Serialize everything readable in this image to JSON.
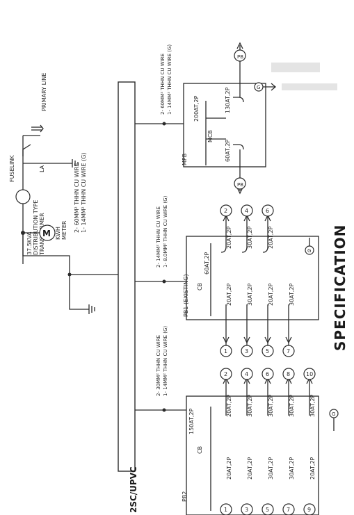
{
  "heading": "SPECIFICATION",
  "conduit_label": "2SC/UPVC",
  "supply": {
    "primary_line": "PRIMARY LINE",
    "fuselink": "FUSELINK",
    "la": "LA",
    "kwh_meter_symbol": "M",
    "kwh_meter_label": [
      "KWH",
      "METER"
    ],
    "transformer": [
      "37.5KVA",
      "DISTRIBUTION TYPE",
      "TRANSFORMER"
    ],
    "transformer_wire": [
      "2- 60MM² THHN CU WIRE",
      "1- 14MM² THHN CU WIRE (G)"
    ]
  },
  "feeders": {
    "mpb_wire": [
      "2- 60MM² THHN CU WIRE",
      "1- 14MM² THHN CU WIRE (G)"
    ],
    "pb1_wire": [
      "2- 14MM² THHN CU WIRE",
      "1- 8.0MM² THHN CU WIRE (G)"
    ],
    "pb2_wire": [
      "2- 30MM² THHN CU WIRE",
      "1- 14MM² THHN CU WIRE (G)"
    ]
  },
  "mpb": {
    "name": "MPB",
    "mcb": "MCB",
    "main_breaker": "200AT,2P",
    "branch_1": "130AT,2P",
    "branch_2": "60AT,2P",
    "ground": "G",
    "out_top": "PB",
    "out_bottom": "PB"
  },
  "pb1": {
    "name": "PB1 (EXISTING)",
    "cb": "CB",
    "main_breaker": "60AT,2P",
    "ground": "G",
    "row_top": [
      "20AT,2P",
      "30AT,2P",
      "20AT,2P"
    ],
    "row_bottom": [
      "20AT,2P",
      "30AT,2P",
      "20AT,2P",
      "30AT,2P"
    ],
    "circuits_top": [
      "2",
      "4",
      "6"
    ],
    "circuits_bottom": [
      "1",
      "3",
      "5",
      "7"
    ]
  },
  "pb2": {
    "name": "PB2",
    "cb": "CB",
    "main_breaker": "150AT,2P",
    "ground": "G",
    "row_top": [
      "20AT,2P",
      "30AT,2P",
      "30AT,2P",
      "30AT,2P",
      "30AT,2P"
    ],
    "row_bottom": [
      "20AT,2P",
      "20AT,2P",
      "30AT,2P",
      "30AT,2P",
      "20AT,2P"
    ],
    "circuits_top": [
      "2",
      "4",
      "6",
      "8",
      "10"
    ],
    "circuits_bottom": [
      "1",
      "3",
      "5",
      "7",
      "9"
    ]
  },
  "colors": {
    "ink": "#2a2a2a",
    "paper": "#ffffff"
  }
}
